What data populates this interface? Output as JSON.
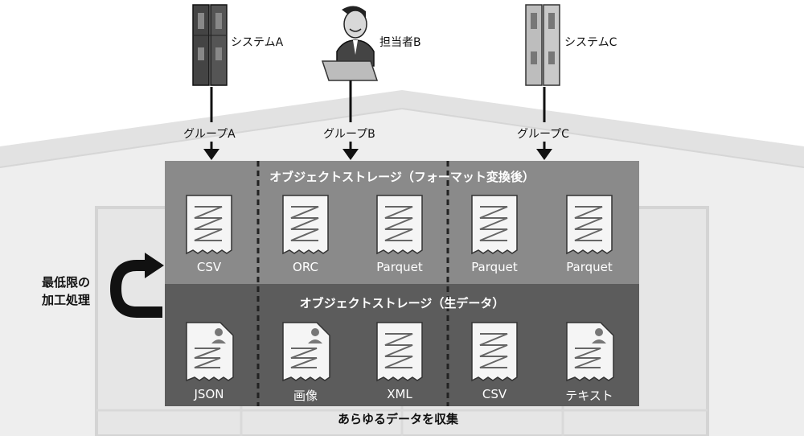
{
  "sources": [
    {
      "label": "システムA",
      "icon": "server-rack-dark-icon"
    },
    {
      "label": "担当者B",
      "icon": "person-laptop-icon"
    },
    {
      "label": "システムC",
      "icon": "server-rack-light-icon"
    }
  ],
  "groups": [
    "グループA",
    "グループB",
    "グループC"
  ],
  "storage_formatted": {
    "title": "オブジェクトストレージ（フォーマット変換後）",
    "docs": [
      "CSV",
      "ORC",
      "Parquet",
      "Parquet",
      "Parquet"
    ]
  },
  "storage_raw": {
    "title": "オブジェクトストレージ（生データ）",
    "docs": [
      "JSON",
      "画像",
      "XML",
      "CSV",
      "テキスト"
    ]
  },
  "side_note": [
    "最低限の",
    "加工処理"
  ],
  "bottom_caption": "あらゆるデータを収集",
  "colors": {
    "top_band": "#8a8a8a",
    "bottom_band": "#5c5c5c",
    "warehouse": "#ededed",
    "warehouse_edge": "#d0d0d0",
    "arrow": "#111111"
  }
}
